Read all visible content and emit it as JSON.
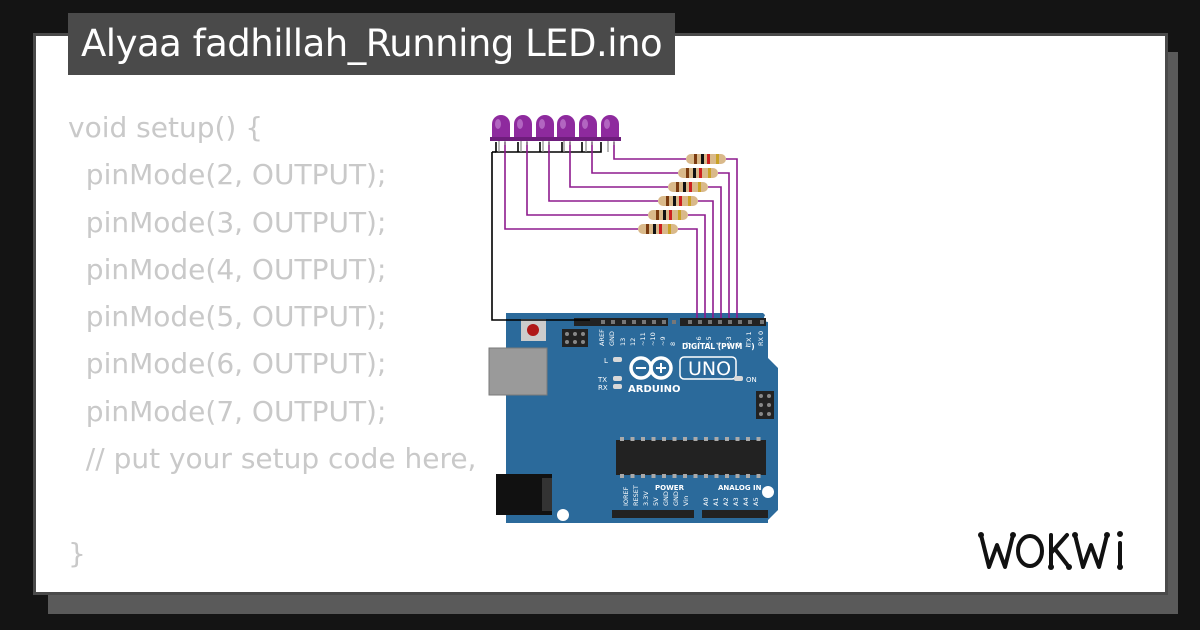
{
  "project": {
    "title": "Alyaa fadhillah_Running LED.ino"
  },
  "code": {
    "lines": [
      "void setup() {",
      "  pinMode(2, OUTPUT);",
      "  pinMode(3, OUTPUT);",
      "  pinMode(4, OUTPUT);",
      "  pinMode(5, OUTPUT);",
      "  pinMode(6, OUTPUT);",
      "  pinMode(7, OUTPUT);",
      "  // put your setup code here,",
      "",
      "}"
    ]
  },
  "board": {
    "brand": "ARDUINO",
    "model": "UNO",
    "header_digital": "DIGITAL (PWM ~)",
    "header_power": "POWER",
    "header_analog": "ANALOG IN",
    "digital_pins": [
      "AREF",
      "GND",
      "13",
      "12",
      "~11",
      "~10",
      "~9",
      "8",
      "7",
      "~6",
      "~5",
      "4",
      "~3",
      "2",
      "TX 1",
      "RX 0"
    ],
    "power_pins": [
      "IOREF",
      "RESET",
      "3.3V",
      "5V",
      "GND",
      "GND",
      "Vin"
    ],
    "analog_pins": [
      "A0",
      "A1",
      "A2",
      "A3",
      "A4",
      "A5"
    ],
    "led_labels": {
      "l": "L",
      "tx": "TX",
      "rx": "RX",
      "on": "ON"
    }
  },
  "leds": {
    "count": 6,
    "color": "#8e2a9e"
  },
  "colors": {
    "board": "#2b6a9b",
    "wire_signal": "#8e1b8e",
    "wire_ground": "#000000",
    "code_text": "#c9c9c9",
    "title_bg": "#4a4a4a"
  },
  "brand_logo": {
    "name": "wokwi-logo",
    "text": "WOKWI"
  }
}
